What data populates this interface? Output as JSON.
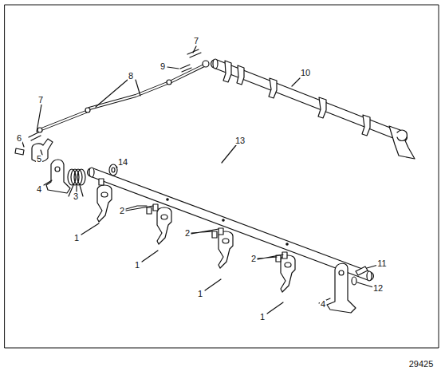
{
  "diagram": {
    "labels": [
      "7",
      "9",
      "8",
      "10",
      "7",
      "6",
      "5",
      "4",
      "3",
      "14",
      "13",
      "2",
      "2",
      "2",
      "1",
      "1",
      "1",
      "1",
      "11",
      "12",
      "4",
      "29425"
    ]
  }
}
